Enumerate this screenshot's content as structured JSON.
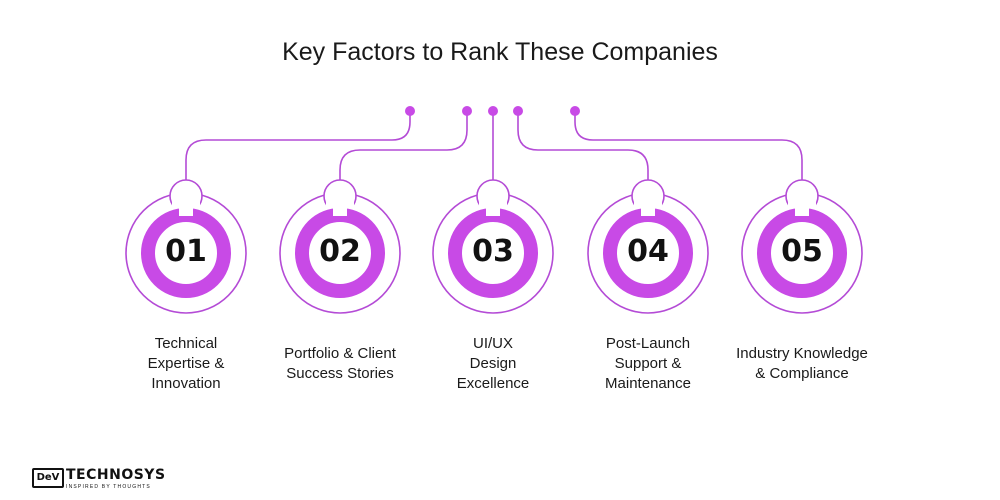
{
  "title": "Key Factors to Rank These Companies",
  "accent_color": "#c84ae6",
  "line_color": "#b44bd6",
  "factors": [
    {
      "number": "01",
      "label_lines": [
        "Technical",
        "Expertise &",
        "Innovation"
      ]
    },
    {
      "number": "02",
      "label_lines": [
        "Portfolio & Client",
        "Success Stories"
      ]
    },
    {
      "number": "03",
      "label_lines": [
        "UI/UX",
        "Design",
        "Excellence"
      ]
    },
    {
      "number": "04",
      "label_lines": [
        "Post-Launch",
        "Support &",
        "Maintenance"
      ]
    },
    {
      "number": "05",
      "label_lines": [
        "Industry Knowledge",
        "& Compliance"
      ]
    }
  ],
  "logo": {
    "badge": "DeV",
    "name": "TECHNOSYS",
    "tagline": "INSPIRED BY THOUGHTS"
  }
}
